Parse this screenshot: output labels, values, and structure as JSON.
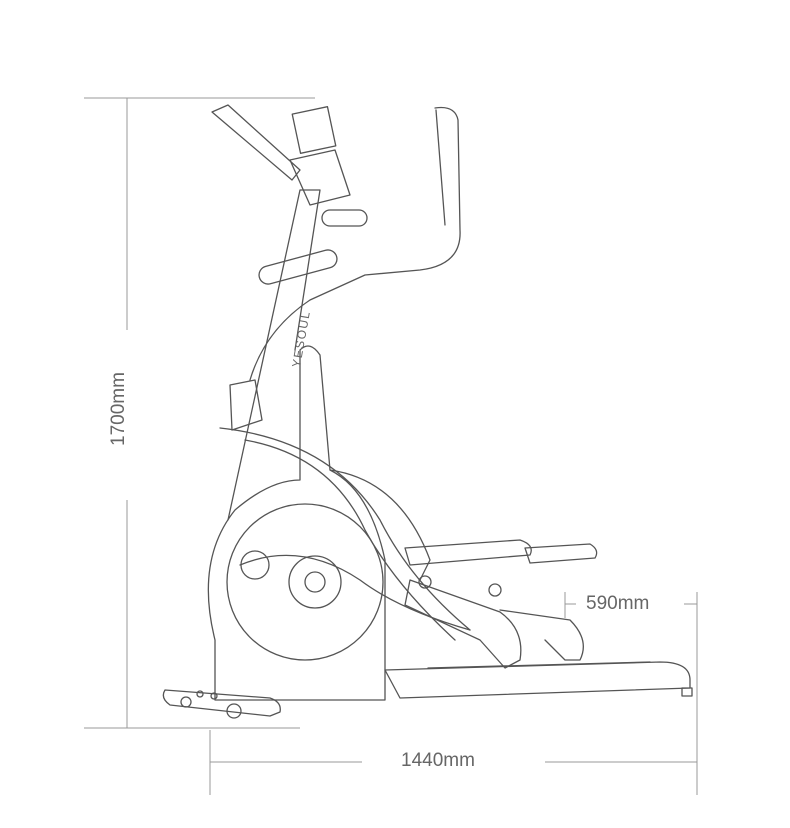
{
  "title": "Elliptical trainer dimensions",
  "brand": "YESOUL",
  "dimensions": {
    "height": "1700mm",
    "length": "1440mm",
    "width": "590mm"
  },
  "colors": {
    "line": "#555555",
    "dim": "#999999"
  }
}
